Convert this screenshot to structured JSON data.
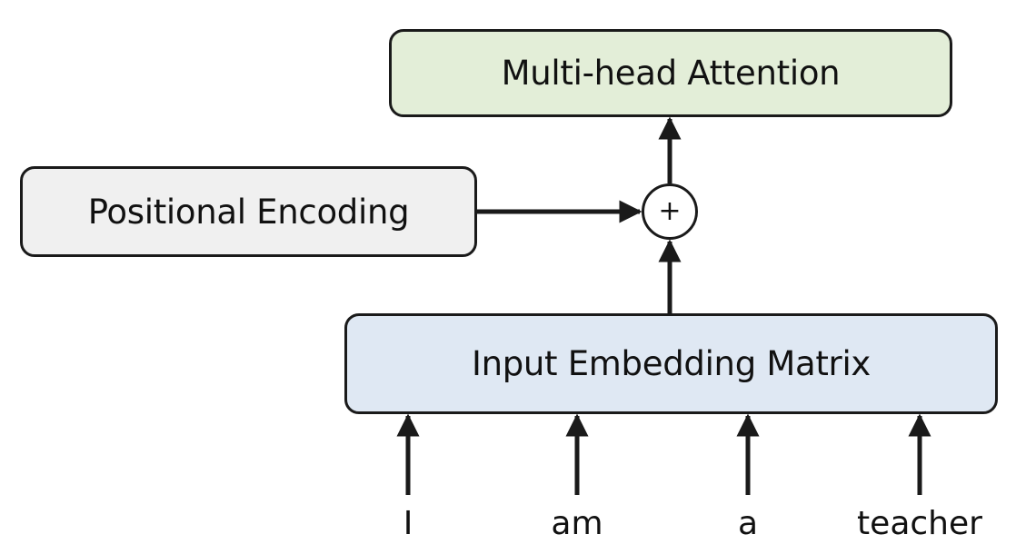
{
  "diagram": {
    "blocks": {
      "multi_head_attention": "Multi-head Attention",
      "positional_encoding": "Positional Encoding",
      "input_embedding_matrix": "Input Embedding Matrix"
    },
    "operator": "+",
    "tokens": [
      "I",
      "am",
      "a",
      "teacher"
    ],
    "colors": {
      "attention_fill": "#e3eed8",
      "encoding_fill": "#f0f0f0",
      "embedding_fill": "#dfe8f3",
      "stroke": "#1a1a1a"
    }
  }
}
